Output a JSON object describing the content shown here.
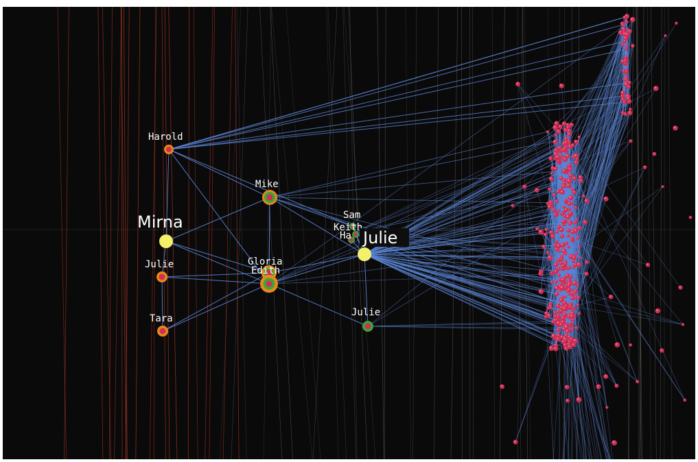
{
  "labels": {
    "harold": "Harold",
    "mike": "Mike",
    "mirna": "Mirna",
    "julie_left": "Julie",
    "gloria": "Gloria",
    "edith": "Edith",
    "tara": "Tara",
    "sam": "Sam",
    "keith": "Keith",
    "ha": "Ha",
    "julie_selected": "Julie",
    "julie_lower": "Julie"
  },
  "colors": {
    "background": "#0b0a0a",
    "edge": "#5b86d6",
    "node_fill": "#d02f55",
    "ring_orange": "#e58a19",
    "ring_green": "#3aa53a",
    "selected": "#f4f06b",
    "guide_red": "#b33a26",
    "guide_gray": "#7a7a7a"
  }
}
